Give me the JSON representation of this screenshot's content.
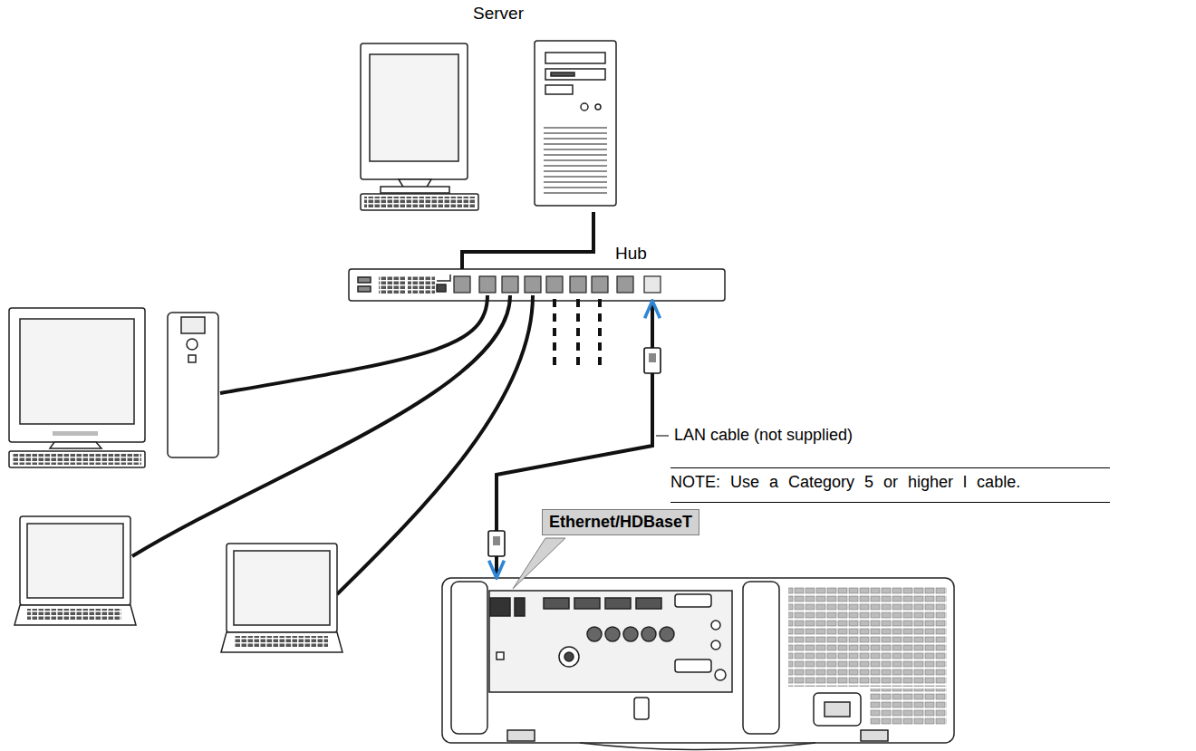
{
  "diagram": {
    "nodes": [
      {
        "text": [
          "Server"
        ]
      },
      {
        "text": [
          "Hub"
        ]
      },
      {
        "text": [
          "Ethernet/HDBaseT"
        ]
      }
    ],
    "edges": [
      {
        "from": 0,
        "to": 1,
        "arrow": "none"
      },
      {
        "from": 1,
        "to": 2,
        "label": "LAN cable (not supplied)",
        "arrow": "both"
      }
    ],
    "labels": [
      "NOTE: Use a Category 5 or higher l cable."
    ]
  }
}
